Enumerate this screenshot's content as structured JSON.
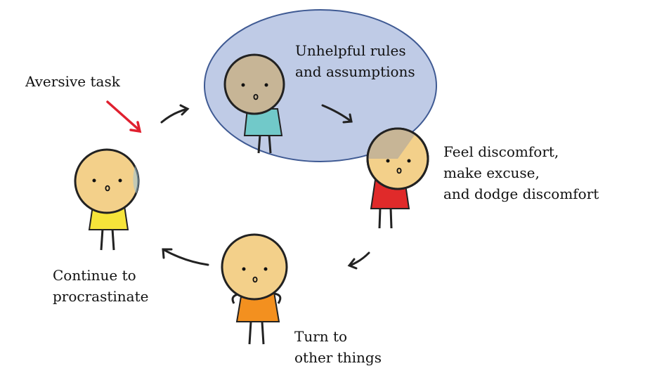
{
  "nodes": {
    "aversive_task": {
      "lines": [
        "Aversive task"
      ]
    },
    "rules": {
      "lines": [
        "Unhelpful rules",
        "and assumptions"
      ]
    },
    "discomfort": {
      "lines": [
        "Feel discomfort,",
        "make excuse,",
        "and dodge discomfort"
      ]
    },
    "turn": {
      "lines": [
        "Turn to",
        "other things"
      ]
    },
    "continue": {
      "lines": [
        "Continue to",
        "procrastinate"
      ]
    }
  },
  "colors": {
    "highlight_fill": "#bfcbe6",
    "highlight_stroke": "#3f5a93",
    "pointer_arrow": "#e0202f",
    "cycle_arrow": "#222222",
    "skin": "#f3d08a",
    "skin_shaded": "#c7b596",
    "shirt_teal": "#71c9c9",
    "shirt_red": "#e02a2a",
    "shirt_orange": "#f3901f",
    "shirt_yellow": "#f6e43a"
  }
}
